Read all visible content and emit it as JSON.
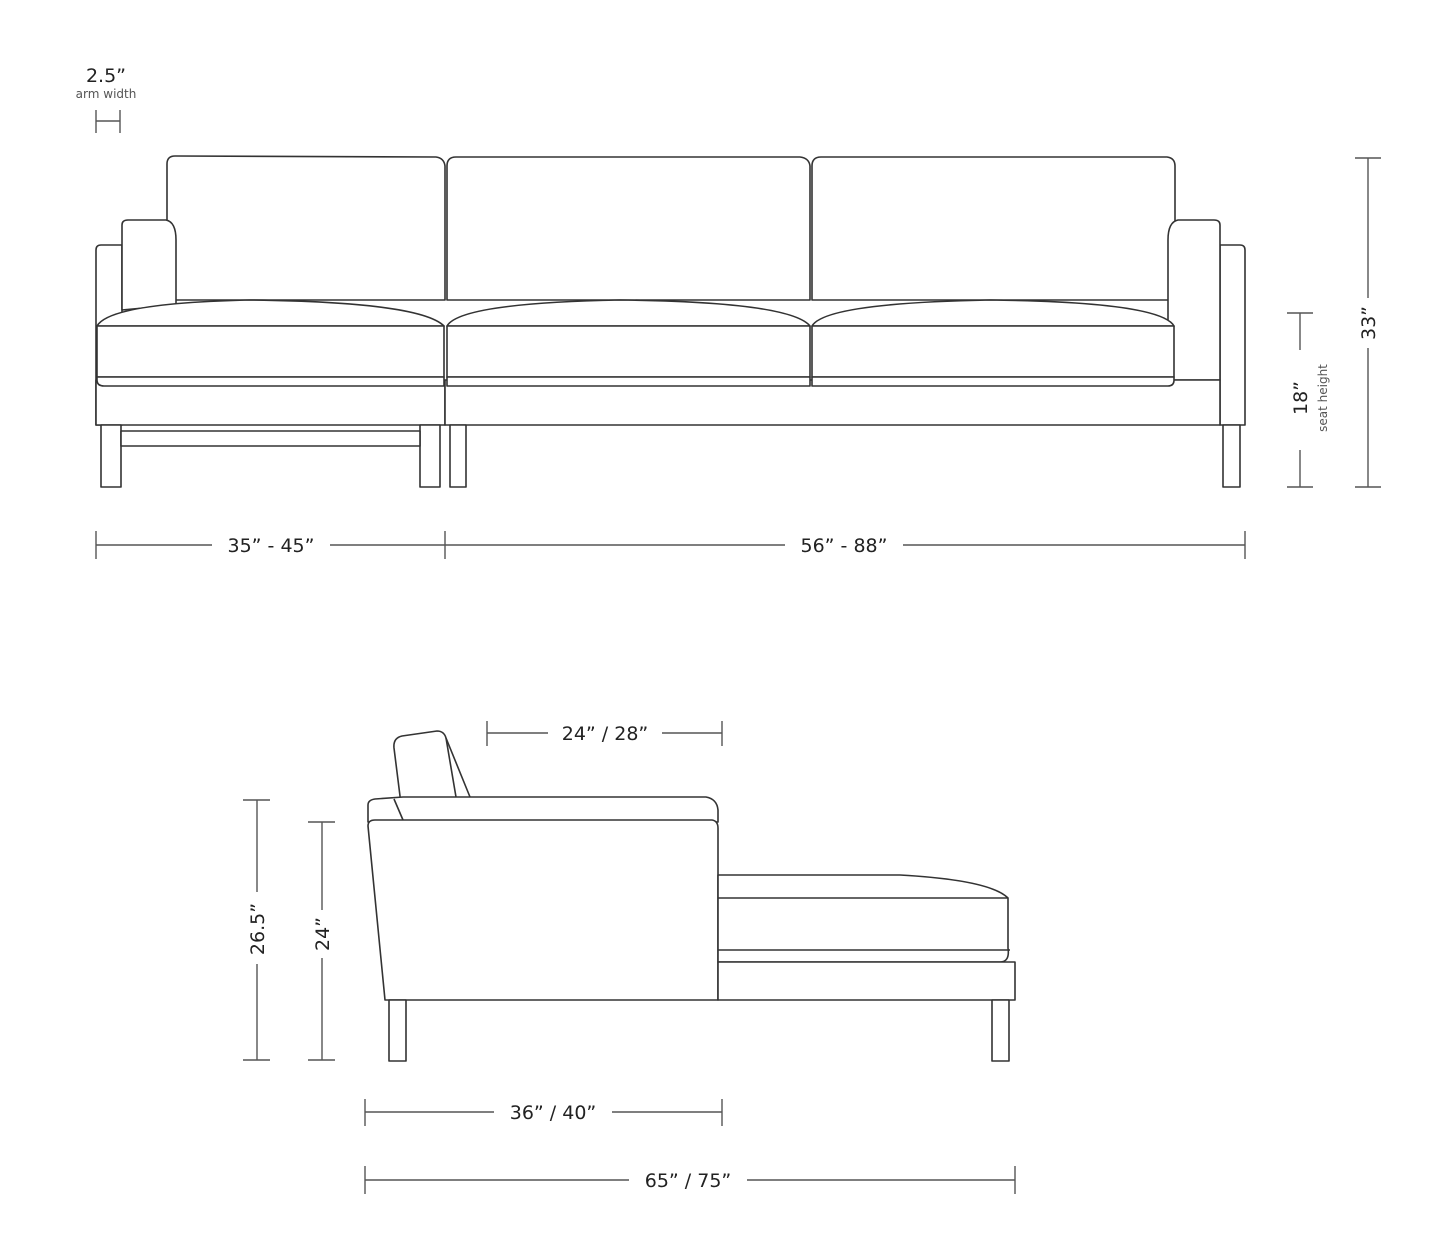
{
  "front_view": {
    "arm_width": {
      "value": "2.5”",
      "caption": "arm width"
    },
    "overall_height": "33”",
    "seat_height": {
      "value": "18”",
      "caption": "seat height"
    },
    "chaise_width": "35” - 45”",
    "sofa_width": "56” - 88”"
  },
  "side_view": {
    "seat_depth": "24” / 28”",
    "back_height": "26.5”",
    "arm_height": "24”",
    "sofa_depth": "36” / 40”",
    "chaise_depth": "65” / 75”"
  }
}
